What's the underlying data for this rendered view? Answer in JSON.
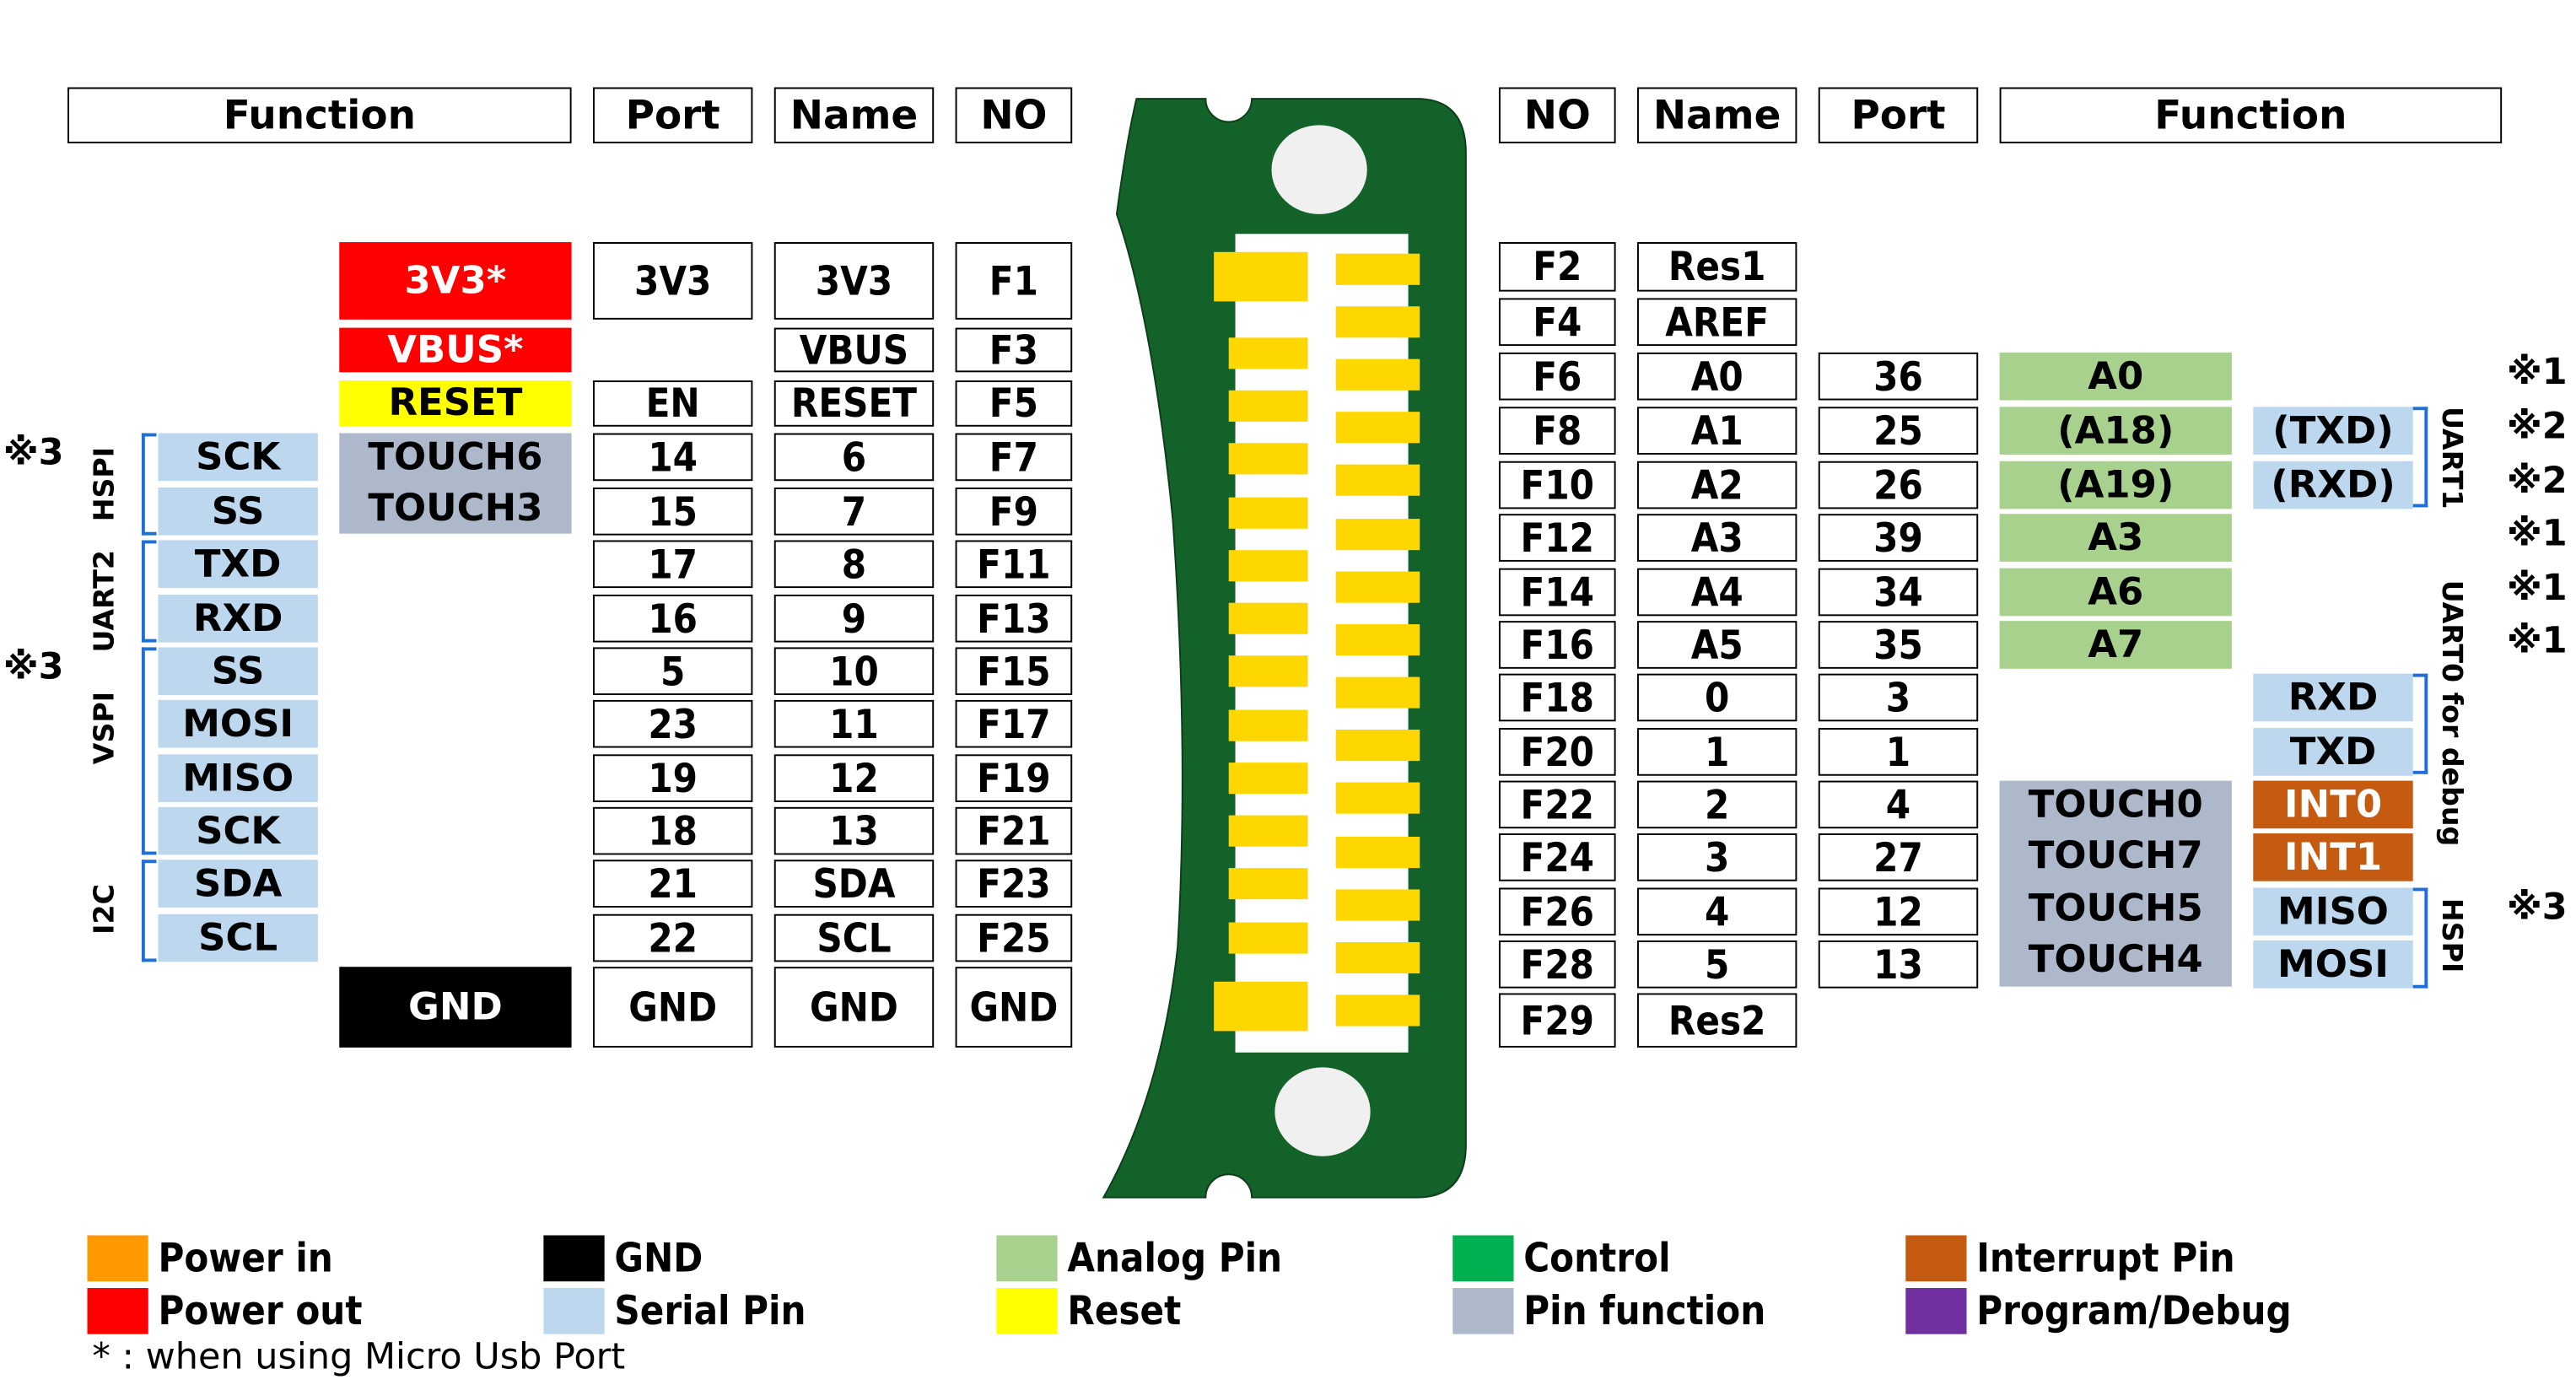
{
  "headers": {
    "left": {
      "function": "Function",
      "port": "Port",
      "name": "Name",
      "no": "NO"
    },
    "right": {
      "no": "NO",
      "name": "Name",
      "port": "Port",
      "function": "Function"
    }
  },
  "left_pins": [
    {
      "no": "F1",
      "name": "3V3",
      "port": "3V3",
      "function": "3V3*",
      "function_color": "#ff0000"
    },
    {
      "no": "F3",
      "name": "VBUS",
      "port": "",
      "function": "VBUS*",
      "function_color": "#ff0000"
    },
    {
      "no": "F5",
      "name": "RESET",
      "port": "EN",
      "function": "RESET",
      "function_color": "#ffff00"
    },
    {
      "no": "F7",
      "name": "6",
      "port": "14",
      "function": "TOUCH6",
      "serial": "SCK"
    },
    {
      "no": "F9",
      "name": "7",
      "port": "15",
      "function": "TOUCH3",
      "serial": "SS"
    },
    {
      "no": "F11",
      "name": "8",
      "port": "17",
      "serial": "TXD"
    },
    {
      "no": "F13",
      "name": "9",
      "port": "16",
      "serial": "RXD"
    },
    {
      "no": "F15",
      "name": "10",
      "port": "5",
      "serial": "SS"
    },
    {
      "no": "F17",
      "name": "11",
      "port": "23",
      "serial": "MOSI"
    },
    {
      "no": "F19",
      "name": "12",
      "port": "19",
      "serial": "MISO"
    },
    {
      "no": "F21",
      "name": "13",
      "port": "18",
      "serial": "SCK"
    },
    {
      "no": "F23",
      "name": "SDA",
      "port": "21",
      "serial": "SDA"
    },
    {
      "no": "F25",
      "name": "SCL",
      "port": "22",
      "serial": "SCL"
    },
    {
      "no": "GND",
      "name": "GND",
      "port": "GND",
      "function": "GND",
      "function_color": "#000000"
    }
  ],
  "left_groups": [
    {
      "label": "HSPI",
      "note": "※3"
    },
    {
      "label": "UART2"
    },
    {
      "label": "VSPI",
      "note": "※3"
    },
    {
      "label": "I2C"
    }
  ],
  "right_pins": [
    {
      "no": "F2",
      "name": "Res1"
    },
    {
      "no": "F4",
      "name": "AREF"
    },
    {
      "no": "F6",
      "name": "A0",
      "port": "36",
      "function": "A0",
      "note": "※1"
    },
    {
      "no": "F8",
      "name": "A1",
      "port": "25",
      "function": "(A18)",
      "serial": "(TXD)",
      "note": "※2"
    },
    {
      "no": "F10",
      "name": "A2",
      "port": "26",
      "function": "(A19)",
      "serial": "(RXD)",
      "note": "※2"
    },
    {
      "no": "F12",
      "name": "A3",
      "port": "39",
      "function": "A3",
      "note": "※1"
    },
    {
      "no": "F14",
      "name": "A4",
      "port": "34",
      "function": "A6",
      "note": "※1"
    },
    {
      "no": "F16",
      "name": "A5",
      "port": "35",
      "function": "A7",
      "note": "※1"
    },
    {
      "no": "F18",
      "name": "0",
      "port": "3",
      "serial": "RXD"
    },
    {
      "no": "F20",
      "name": "1",
      "port": "1",
      "serial": "TXD"
    },
    {
      "no": "F22",
      "name": "2",
      "port": "4",
      "function": "TOUCH0",
      "serial": "INT0"
    },
    {
      "no": "F24",
      "name": "3",
      "port": "27",
      "function": "TOUCH7",
      "serial": "INT1"
    },
    {
      "no": "F26",
      "name": "4",
      "port": "12",
      "function": "TOUCH5",
      "serial": "MISO",
      "note": "※3"
    },
    {
      "no": "F28",
      "name": "5",
      "port": "13",
      "function": "TOUCH4",
      "serial": "MOSI"
    },
    {
      "no": "F29",
      "name": "Res2"
    }
  ],
  "right_groups": [
    {
      "label": "UART1"
    },
    {
      "label": "UART0 for debug"
    },
    {
      "label": "HSPI"
    }
  ],
  "legend": [
    {
      "label": "Power in",
      "color": "#ff9900"
    },
    {
      "label": "Power out",
      "color": "#ff0000"
    },
    {
      "label": "GND",
      "color": "#000000"
    },
    {
      "label": "Serial Pin",
      "color": "#bdd7ee"
    },
    {
      "label": "Analog Pin",
      "color": "#a9d18e"
    },
    {
      "label": "Reset",
      "color": "#ffff00"
    },
    {
      "label": "Control",
      "color": "#00b050"
    },
    {
      "label": "Pin function",
      "color": "#adb9ca"
    },
    {
      "label": "Interrupt Pin",
      "color": "#c55a11"
    },
    {
      "label": "Program/Debug",
      "color": "#7030a0"
    }
  ],
  "footnote": "* : when using Micro Usb Port",
  "colors": {
    "pcb": "#136229",
    "pad": "#ffd700",
    "bracket": "#1f6fd6"
  }
}
